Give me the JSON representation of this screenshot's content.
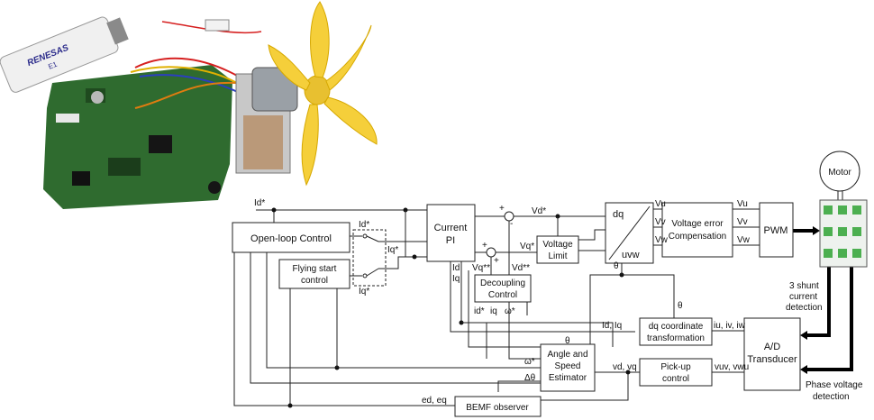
{
  "photo": {
    "emulator_brand": "RENESAS",
    "emulator_model": "E1"
  },
  "diagram": {
    "motor": "Motor",
    "open_loop": "Open-loop Control",
    "flying_start_1": "Flying start",
    "flying_start_2": "control",
    "current_pi_1": "Current",
    "current_pi_2": "PI",
    "decoupling_1": "Decoupling",
    "decoupling_2": "Control",
    "voltage_limit_1": "Voltage",
    "voltage_limit_2": "Limit",
    "dq_top": "dq",
    "dq_bottom": "uvw",
    "verr_1": "Voltage error",
    "verr_2": "Compensation",
    "pwm": "PWM",
    "dqtrans_1": "dq coordinate",
    "dqtrans_2": "transformation",
    "ad_1": "A/D",
    "ad_2": "Transducer",
    "estimator_1": "Angle and",
    "estimator_2": "Speed",
    "estimator_3": "Estimator",
    "pickup_1": "Pick-up",
    "pickup_2": "control",
    "bemf": "BEMF observer",
    "shunt_1": "3 shunt",
    "shunt_2": "current",
    "shunt_3": "detection",
    "phase_1": "Phase voltage",
    "phase_2": "detection",
    "sig_id_star": "Id*",
    "sig_id_star_sw": "Id*",
    "sig_iq_star_sw": "Iq*",
    "sig_iq_star_out": "Iq*",
    "sig_vd_star": "Vd*",
    "sig_vq_star": "Vq*",
    "sig_vd_2star": "Vd**",
    "sig_vq_2star": "Vq**",
    "sig_id": "Id",
    "sig_iq": "Iq",
    "sig_id_star2": "id*",
    "sig_iq2": "iq",
    "sig_omega_star": "ω*",
    "sig_omega2": "ω*",
    "sig_theta_top": "θ",
    "sig_theta_right": "θ",
    "sig_theta_est": "θ",
    "sig_dtheta": "Δθ",
    "sig_idq": "Id, Iq",
    "sig_vu": "Vu",
    "sig_vv": "Vv",
    "sig_vw": "Vw",
    "sig_vu2": "Vu",
    "sig_vv2": "Vv",
    "sig_vw2": "Vw",
    "sig_iuvw": "iu, iv, iw",
    "sig_vuvw": "vuv, vwu",
    "sig_vdvq": "vd, vq",
    "sig_edeq": "ed, eq",
    "sum_plus1": "+",
    "sum_minus1": "-",
    "sum_plus2": "+",
    "sum_minus2": "+"
  }
}
